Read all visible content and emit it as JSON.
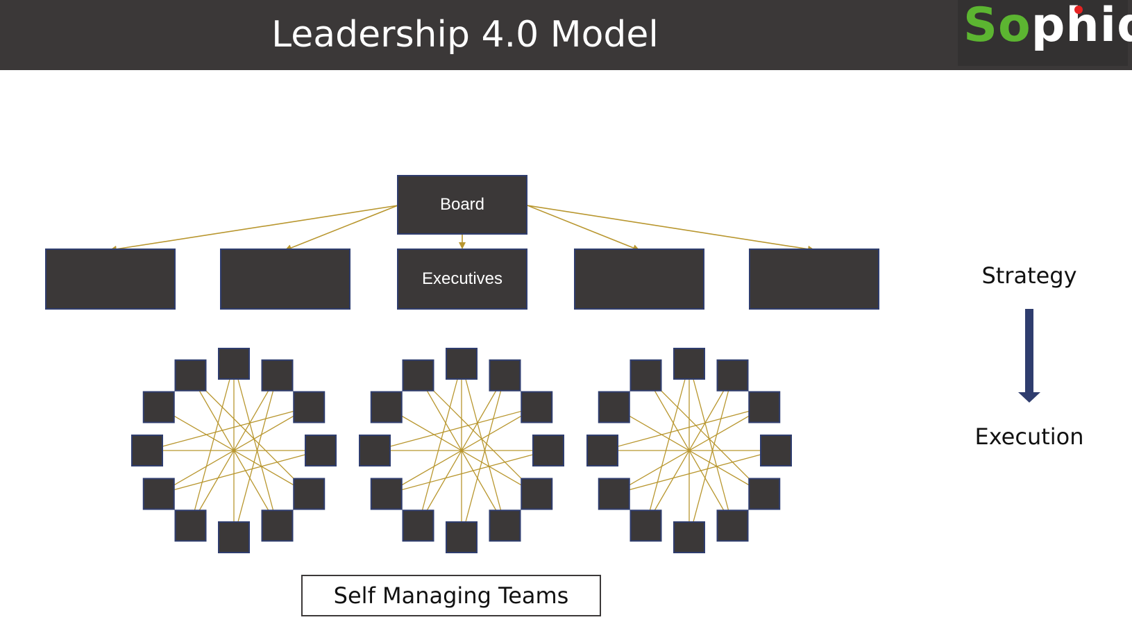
{
  "header": {
    "title": "Leadership 4.0 Model",
    "logo": {
      "text_accent": "So",
      "text_rest": "phiq",
      "accent_color": "#5cb531",
      "dot_color": "#e52222"
    }
  },
  "org": {
    "board_label": "Board",
    "executives_label": "Executives",
    "unlabeled_boxes": 4
  },
  "teams": {
    "count": 3,
    "members_per_team": 12,
    "caption": "Self Managing Teams"
  },
  "flow": {
    "top_label": "Strategy",
    "bottom_label": "Execution"
  },
  "colors": {
    "header_bg": "#3b3838",
    "box_fill": "#3b3838",
    "box_border": "#2f3d6e",
    "connector": "#b8962e",
    "arrow": "#2f3d6e"
  }
}
